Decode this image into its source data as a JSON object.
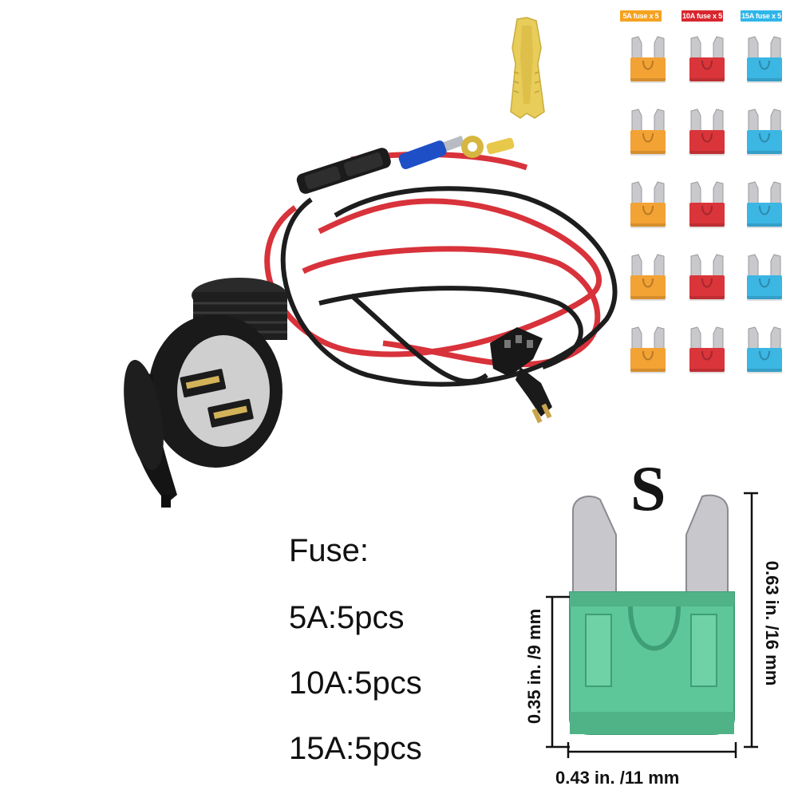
{
  "fuse_tags": [
    {
      "label": "5A fuse x 5",
      "color": "#f5a21f"
    },
    {
      "label": "10A fuse x 5",
      "color": "#d8262e"
    },
    {
      "label": "15A fuse x 5",
      "color": "#2fb6e8"
    }
  ],
  "fuse_colors": {
    "orange": "#f3a234",
    "red": "#d9353a",
    "blue": "#3cb6e3",
    "green": "#5ec79a"
  },
  "spec": {
    "heading": "Fuse:",
    "lines": [
      "5A:5pcs",
      "10A:5pcs",
      "15A:5pcs"
    ]
  },
  "diagram": {
    "size_letter": "S",
    "width_label": "0.43 in. /11 mm",
    "body_height_label": "0.35 in. /9 mm",
    "total_height_label": "0.63 in. /16 mm"
  },
  "icons": {
    "puller": "fuse-puller-icon",
    "socket": "usb-socket-icon",
    "harness": "wire-harness-icon",
    "fuse": "mini-blade-fuse-icon"
  }
}
